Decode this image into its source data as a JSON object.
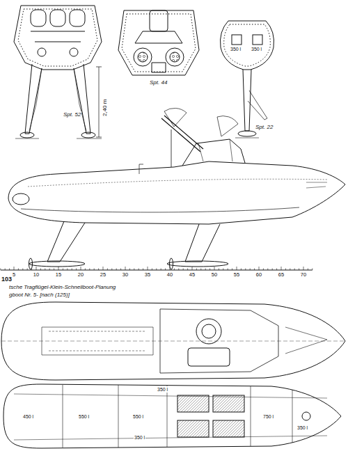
{
  "diagram": {
    "labels": [
      "Spt. 52",
      "2,40 m",
      "Spt. 44",
      "350 l",
      "350 l",
      "Spt. 22",
      "5",
      "10",
      "15",
      "20",
      "25",
      "30",
      "35",
      "40",
      "45",
      "50",
      "55",
      "60",
      "65",
      "70",
      "103",
      "tsche Tragflügel-Klein-Schnellboot-Planung",
      "gboot Nr. 5- [nach (125)]",
      "350 l",
      "450 l",
      "550 l",
      "550 l",
      "350 l",
      "750 l",
      "350 l"
    ]
  }
}
